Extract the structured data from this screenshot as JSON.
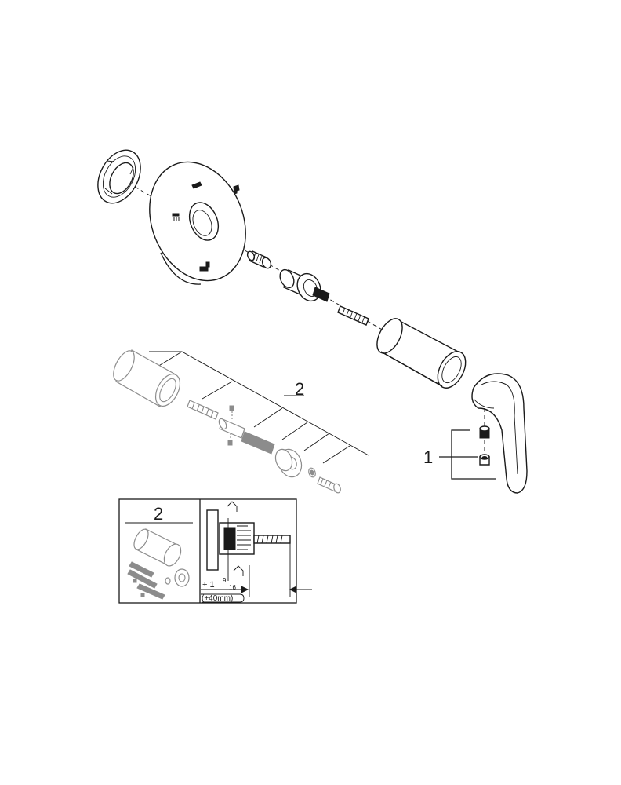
{
  "callouts": {
    "handle_parts": "1",
    "extension_set": "2"
  },
  "inset": {
    "title": "2",
    "dimension_inch_whole": "+ 1",
    "dimension_inch_num": "9",
    "dimension_inch_den": "16",
    "dimension_mm": "(+40mm)"
  },
  "colors": {
    "line": "#1a1a1a",
    "optional_parts": "#8c8c8c"
  }
}
